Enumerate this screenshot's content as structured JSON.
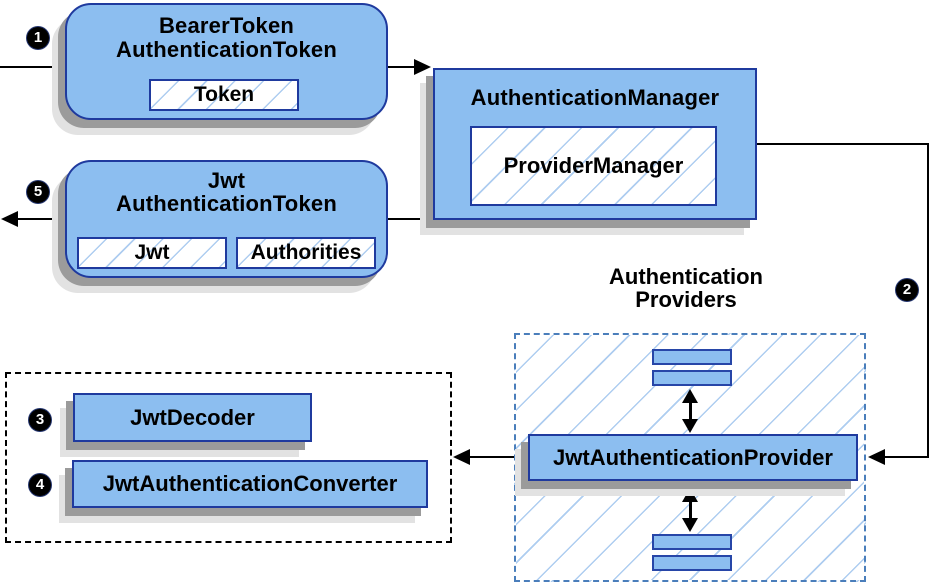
{
  "badges": {
    "b1": "1",
    "b2": "2",
    "b3": "3",
    "b4": "4",
    "b5": "5"
  },
  "nodes": {
    "bearer_token": {
      "title_line1": "BearerToken",
      "title_line2": "AuthenticationToken",
      "chip_token": "Token"
    },
    "authentication_manager": {
      "title": "AuthenticationManager",
      "chip_provider_manager": "ProviderManager"
    },
    "jwt_authentication_token": {
      "title_line1": "Jwt",
      "title_line2": "AuthenticationToken",
      "chip_jwt": "Jwt",
      "chip_authorities": "Authorities"
    },
    "authentication_providers": {
      "label_line1": "Authentication",
      "label_line2": "Providers"
    },
    "jwt_authentication_provider": {
      "label": "JwtAuthenticationProvider"
    },
    "jwt_decoder": {
      "label": "JwtDecoder"
    },
    "jwt_authentication_converter": {
      "label": "JwtAuthenticationConverter"
    }
  },
  "colors": {
    "node_fill": "#8CBEF0",
    "node_border": "#1F3A9E",
    "hatch_line": "#AECDF0",
    "providers_dash_border": "#4A7EBB",
    "shadow_dark": "#9B9B9B",
    "shadow_light": "#E2E2E2",
    "connector": "#000000"
  }
}
